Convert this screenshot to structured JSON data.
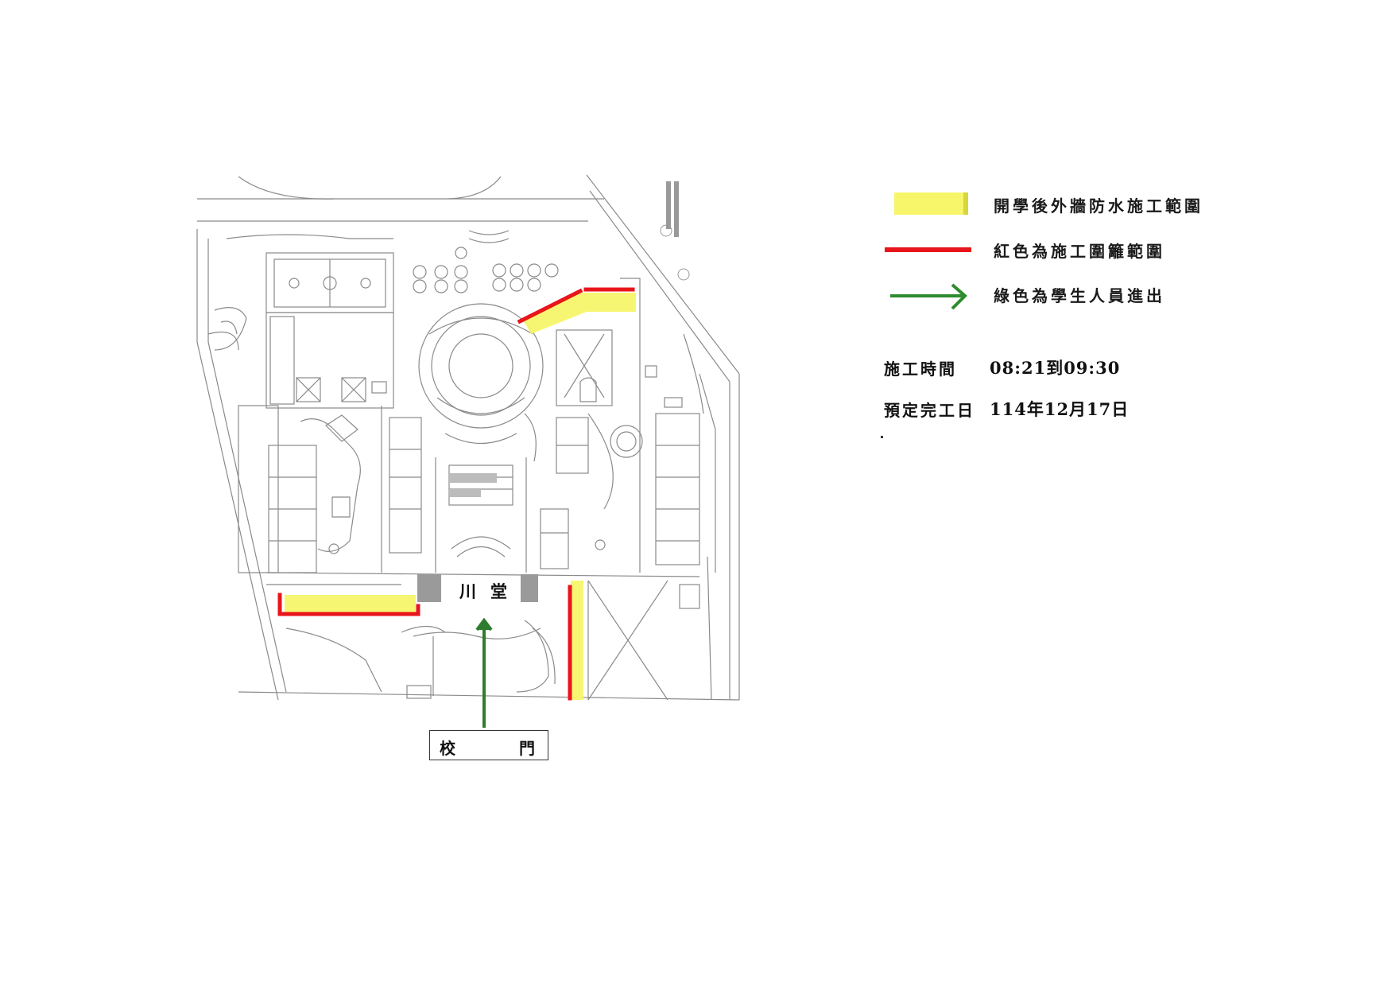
{
  "legend": {
    "yellow_label": "開學後外牆防水施工範圍",
    "red_label": "紅色為施工圍籬範圍",
    "green_label": "綠色為學生人員進出",
    "yellow_color": "#f7f56a",
    "red_color": "#e8151b",
    "green_color": "#2e8b2e"
  },
  "schedule": {
    "time_label": "施工時間",
    "time_value": "08:21到09:30",
    "completion_label": "預定完工日",
    "completion_value": "114年12月17日"
  },
  "map": {
    "hall_label_1": "川",
    "hall_label_2": "堂",
    "gate_label_1": "校",
    "gate_label_2": "門"
  }
}
